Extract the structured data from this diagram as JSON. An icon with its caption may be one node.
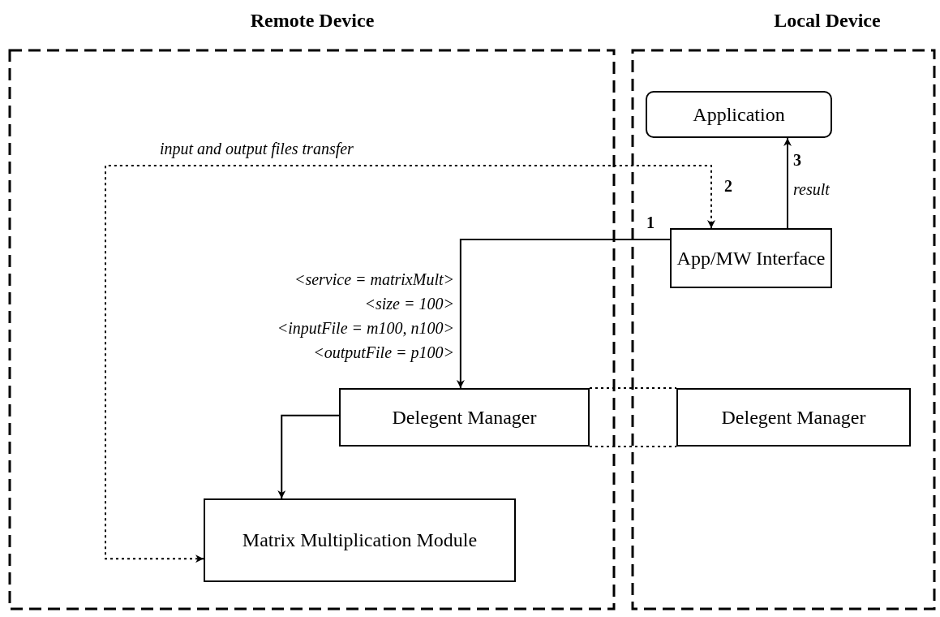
{
  "diagram": {
    "nodes": [
      {
        "text": [
          "Remote Device"
        ]
      },
      {
        "text": [
          "Local Device"
        ]
      },
      {
        "text": [
          "Application"
        ],
        "in": 1
      },
      {
        "text": [
          "App/MW Interface"
        ],
        "in": 1
      },
      {
        "text": [
          "Delegent Manager"
        ],
        "in": 0
      },
      {
        "text": [
          "Delegent Manager"
        ],
        "in": 1
      },
      {
        "text": [
          "Matrix Multiplication Module"
        ],
        "in": 0
      }
    ],
    "edges": [
      {
        "from": 6,
        "to": 3,
        "arrow": "both",
        "style": "dashed",
        "label": "input and output files transfer"
      },
      {
        "from": 3,
        "to": 2,
        "arrow": "to",
        "label": "result"
      },
      {
        "from": 3,
        "to": 4,
        "arrow": "to"
      },
      {
        "from": 4,
        "to": 5,
        "arrow": "none",
        "style": "dashed"
      },
      {
        "from": 4,
        "to": 6,
        "arrow": "to"
      }
    ],
    "labels": [
      "3",
      "2",
      "1",
      "<service = matrixMult>",
      "<size = 100>",
      "<inputFile = m100, n100>",
      "<outputFile = p100>"
    ]
  }
}
